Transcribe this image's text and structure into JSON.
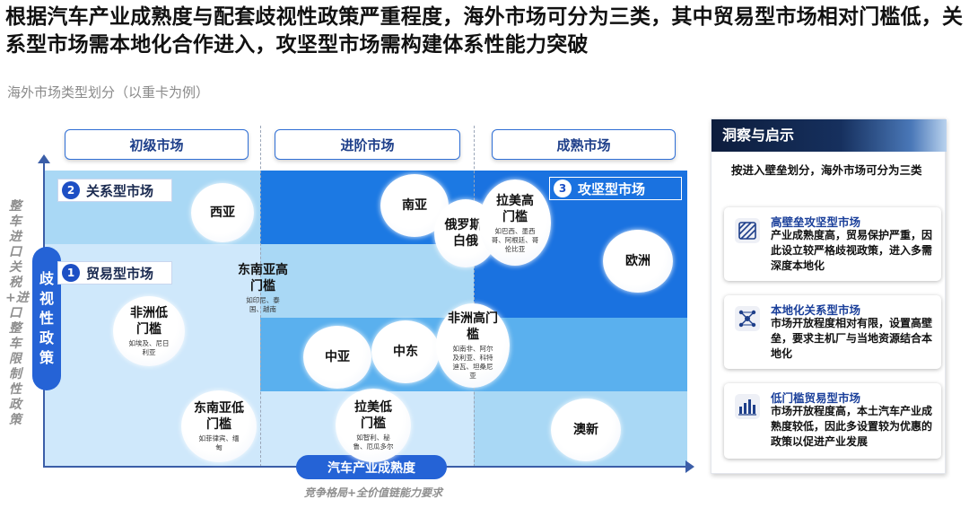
{
  "header": {
    "title": "根据汽车产业成熟度与配套歧视性政策严重程度，海外市场可分为三类，其中贸易型市场相对门槛低，关系型市场需本地化合作进入，攻坚型市场需构建体系性能力突破",
    "subtitle": "海外市场类型划分（以重卡为例）"
  },
  "stages": [
    "初级市场",
    "进阶市场",
    "成熟市场"
  ],
  "axes": {
    "y_outer": "整车进口关税+进口整车限制性政策",
    "y_pill": "歧视性政策",
    "x_pill": "汽车产业成熟度",
    "x_sub": "竞争格局+全价值链能力要求"
  },
  "market_types": [
    {
      "num": "1",
      "label": "贸易型市场"
    },
    {
      "num": "2",
      "label": "关系型市场"
    },
    {
      "num": "3",
      "label": "攻坚型市场"
    }
  ],
  "regions": {
    "west_asia": {
      "name": "西亚"
    },
    "south_asia": {
      "name": "南亚"
    },
    "russia": {
      "name": "俄罗斯/白俄"
    },
    "latam_high": {
      "name": "拉美高门槛",
      "sub": "如巴西、墨西哥、阿根廷、哥伦比亚"
    },
    "europe": {
      "name": "欧洲"
    },
    "sea_high": {
      "name": "东南亚高门槛",
      "sub": "如印尼、泰国、越南"
    },
    "africa_low": {
      "name": "非洲低门槛",
      "sub": "如埃及、尼日利亚"
    },
    "central_asia": {
      "name": "中亚"
    },
    "middle_east": {
      "name": "中东"
    },
    "africa_high": {
      "name": "非洲高门槛",
      "sub": "如南非、阿尔及利亚、科特迪瓦、坦桑尼亚"
    },
    "sea_low": {
      "name": "东南亚低门槛",
      "sub": "如菲律宾、缅甸"
    },
    "latam_low": {
      "name": "拉美低门槛",
      "sub": "如智利、秘鲁、厄瓜多尔"
    },
    "oceania": {
      "name": "澳新"
    }
  },
  "insights": {
    "title": "洞察与启示",
    "intro": "按进入壁垒划分，海外市场可分为三类",
    "cards": [
      {
        "icon": "hatch-icon",
        "title": "高壁垒攻坚型市场",
        "body": "产业成熟度高，贸易保护严重，因此设立较严格歧视政策，进入多需深度本地化"
      },
      {
        "icon": "network-icon",
        "title": "本地化关系型市场",
        "body": "市场开放程度相对有限，设置高壁垒，要求主机厂与当地资源结合本地化"
      },
      {
        "icon": "bar-chart-icon",
        "title": "低门槛贸易型市场",
        "body": "市场开放程度高，本土汽车产业成熟度较低，因此多设置较为优惠的政策以促进产业发展"
      }
    ]
  },
  "colors": {
    "accent": "#2563d6",
    "dark_blue": "#1a73e0",
    "mid_blue": "#5ab0ee",
    "light_blue": "#a8d8f6",
    "pale_blue": "#cfe8fb"
  }
}
